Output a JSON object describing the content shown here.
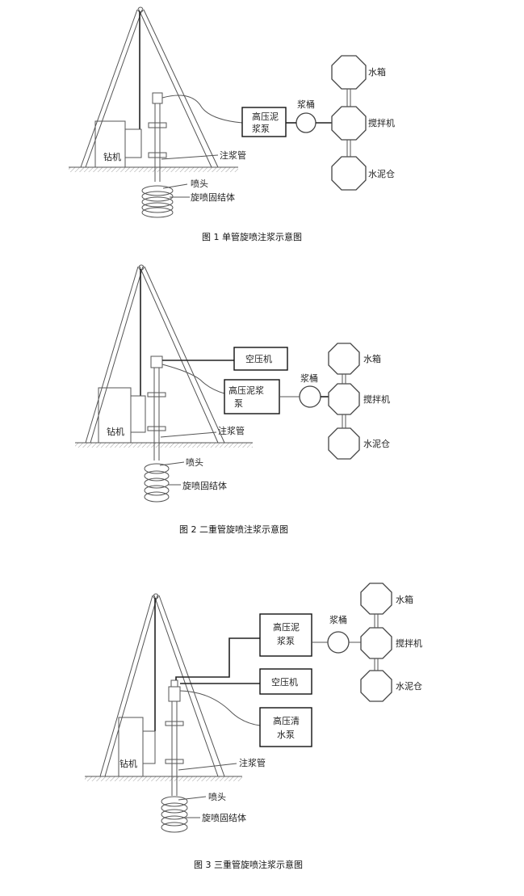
{
  "figures": [
    {
      "caption": "图 1  单管旋喷注浆示意图",
      "labels": {
        "rig": "钻机",
        "grout_pipe": "注浆管",
        "nozzle": "喷头",
        "body": "旋喷固结体",
        "pump_line1": "高压泥",
        "pump_line2": "浆泵",
        "bucket": "浆桶",
        "water_tank": "水箱",
        "mixer": "搅拌机",
        "cement_silo": "水泥仓"
      }
    },
    {
      "caption": "图 2    二重管旋喷注浆示意图",
      "labels": {
        "rig": "钻机",
        "grout_pipe": "注浆管",
        "nozzle": "喷头",
        "body": "旋喷固结体",
        "compressor": "空压机",
        "pump_line1": "高压泥浆",
        "pump_line2": "泵",
        "bucket": "浆桶",
        "water_tank": "水箱",
        "mixer": "搅拌机",
        "cement_silo": "水泥仓"
      }
    },
    {
      "caption": "图 3    三重管旋喷注浆示意图",
      "labels": {
        "rig": "钻机",
        "grout_pipe": "注浆管",
        "nozzle": "喷头",
        "body": "旋喷固结体",
        "pump_line1": "高压泥",
        "pump_line2": "浆泵",
        "compressor": "空压机",
        "water_pump_line1": "高压清",
        "water_pump_line2": "水泵",
        "bucket": "浆桶",
        "water_tank": "水箱",
        "mixer": "搅拌机",
        "cement_silo": "水泥仓"
      }
    }
  ]
}
